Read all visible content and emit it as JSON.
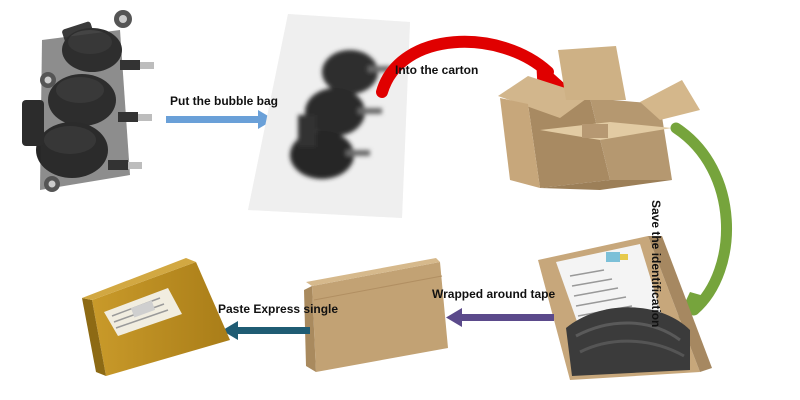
{
  "steps": {
    "bubble_bag": "Put the bubble bag",
    "carton": "Into the carton",
    "identification": "Save the identification",
    "tape": "Wrapped around tape",
    "express": "Paste Express single"
  },
  "colors": {
    "blue_arrow": "#6aa0d8",
    "red_arrow": "#e00000",
    "green_arrow": "#76a43c",
    "purple_arrow": "#5b4a8b",
    "teal_arrow": "#1f5c73",
    "cardboard": "#c9a878",
    "coil_body": "#2b2b2b"
  },
  "icons": [
    "ignition-coil-icon",
    "bubble-bag-icon",
    "open-carton-icon",
    "carton-with-label-icon",
    "taped-box-icon",
    "shipping-box-icon"
  ]
}
